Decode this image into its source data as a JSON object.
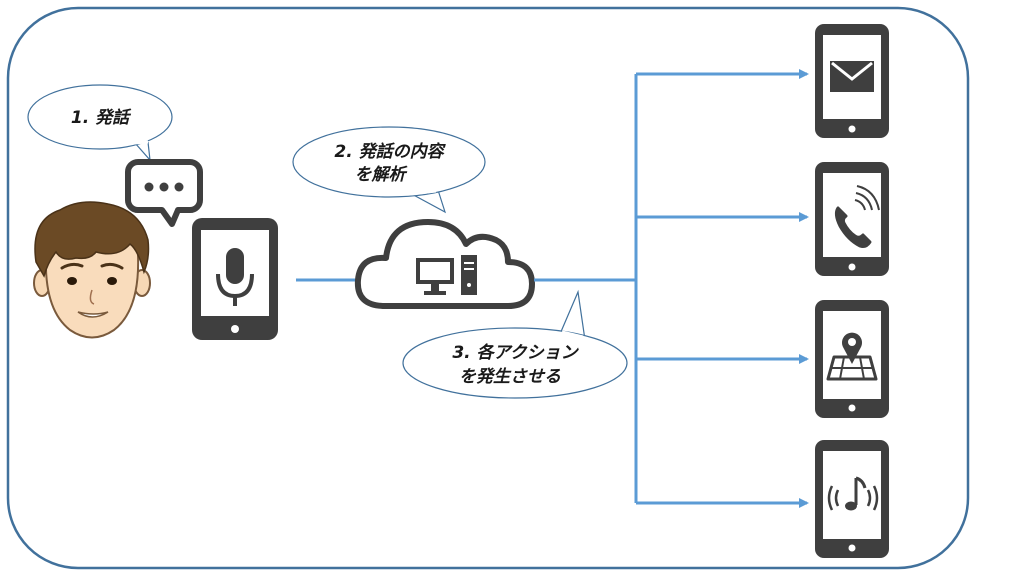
{
  "bubbles": {
    "speak": "1. 発話",
    "analyze_line1": "2. 発話の内容",
    "analyze_line2": "を解析",
    "action_line1": "3. 各アクション",
    "action_line2": "を発生させる"
  },
  "colors": {
    "frame": "#41719c",
    "connector": "#5b9bd5",
    "device": "#3f3f3f",
    "bubble_fill": "#ffffff",
    "bubble_stroke": "#41719c"
  },
  "devices": [
    {
      "app": "mail-icon"
    },
    {
      "app": "phone-call-icon"
    },
    {
      "app": "map-pin-icon"
    },
    {
      "app": "music-icon"
    }
  ]
}
